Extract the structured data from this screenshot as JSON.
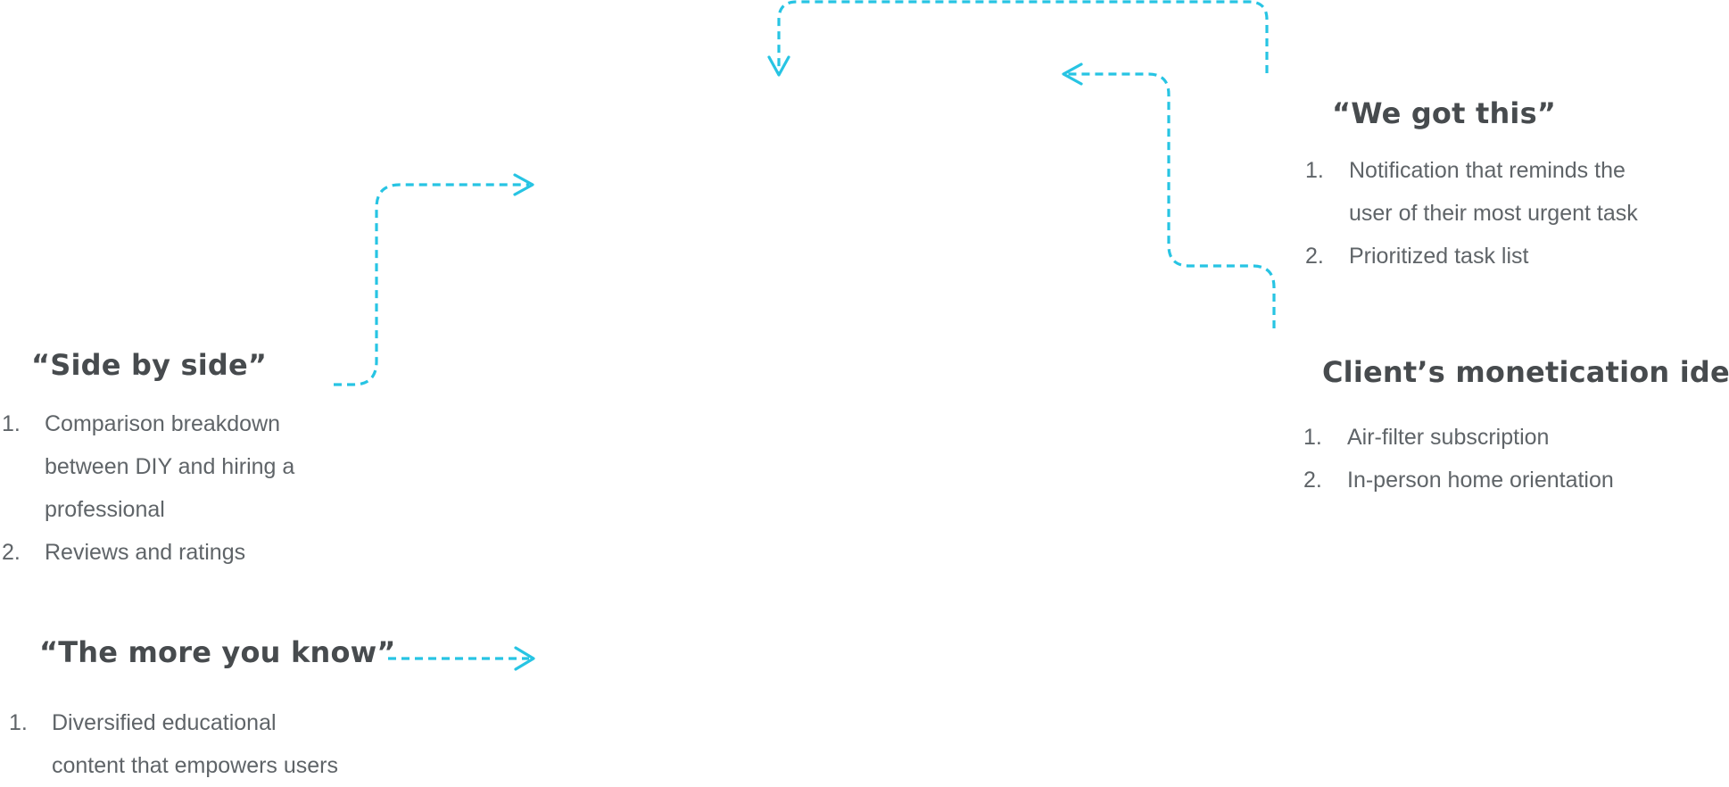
{
  "sections": {
    "we_got_this": {
      "title": "“We got this”",
      "items": [
        {
          "num": "1.",
          "text": "Notification that reminds the\nuser of their most urgent task"
        },
        {
          "num": "2.",
          "text": "Prioritized task list"
        }
      ]
    },
    "monetization": {
      "title": "Client’s monetication idea",
      "items": [
        {
          "num": "1.",
          "text": "Air-filter subscription"
        },
        {
          "num": "2.",
          "text": "In-person home orientation"
        }
      ]
    },
    "side_by_side": {
      "title": "“Side by side”",
      "items": [
        {
          "num": "1.",
          "text": "Comparison breakdown\nbetween DIY and hiring a\nprofessional"
        },
        {
          "num": "2.",
          "text": "Reviews and ratings"
        }
      ]
    },
    "more_you_know": {
      "title": "“The more you know”",
      "items": [
        {
          "num": "1.",
          "text": "Diversified educational\ncontent that empowers users"
        }
      ]
    }
  },
  "colors": {
    "arrow": "#27c4e3",
    "heading": "#474b4e",
    "body_text": "#5f6468"
  }
}
